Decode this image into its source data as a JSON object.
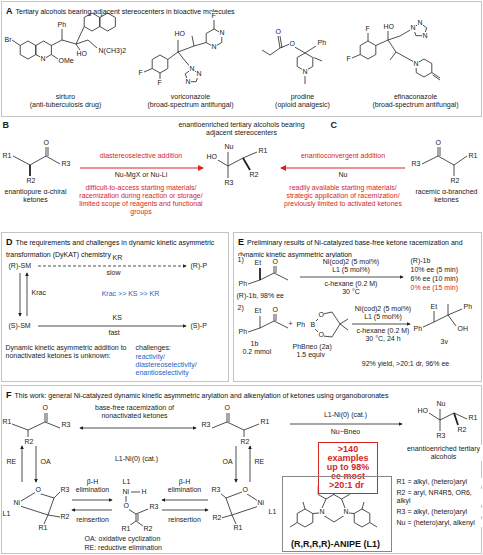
{
  "diagram": {
    "nodes": [
      {
        "text": [
          "A",
          "Tertiary alcohols bearing adjacent stereocenters in bioactive molecules"
        ]
      },
      {
        "text": [
          "D",
          "The requirements and challenges in dynamic kinetic asymmetric transformation (DyKAT) chemistry"
        ]
      },
      {
        "text": [
          "E",
          "Preliminary results of Ni-catalyzed base-free ketone racemization and dynamic kinetic asymmetric arylation"
        ]
      },
      {
        "text": [
          "F",
          "This work: general Ni-catalyzed dynamic kinetic asymmetric arylation and alkenylation of ketones using organoboronates"
        ]
      },
      {
        "text": [
          ">140 examples up to 98% ee most >20:1 dr"
        ],
        "in": 3
      },
      {
        "text": [
          "(R,R,R,R)-ANIPE (L1)"
        ],
        "in": 3
      }
    ],
    "labels": [
      "Br",
      "N",
      "OMe",
      "Ph",
      "HO",
      "N(CH3)2",
      "F",
      "N",
      "N",
      "HO",
      "F",
      "F",
      "N",
      "N",
      "N",
      "O",
      "O",
      "Ph",
      "N",
      "F",
      "HO",
      "N",
      "N",
      "N",
      "F",
      "N",
      "sirturo",
      "(anti-tuberculosis drug)",
      "voriconazole",
      "(broad-spectrum antifungal)",
      "prodine",
      "(opioid analgesic)",
      "efinaconazole",
      "(broad-spectrum antifungal)",
      "B",
      "C",
      "enantioenriched tertiary alcohols bearing adjacent stereocenters",
      "O",
      "R1",
      "R3",
      "R2",
      "enantiopure α-chiral ketones",
      "diastereoselective addition",
      "Nu-MgX or Nu-Li",
      "difficult-to-access starting materials/ racemization during reaction or storage/ limited scope of reagents and functional groups",
      "HO",
      "Nu",
      "R3",
      "R1",
      "R2",
      "enantioconvergent addition",
      "Nu",
      "readily available starting materials/ strategic application of racemization/ previously limited to activated ketones",
      "O",
      "R3",
      "R1",
      "R2",
      "racemic α-branched ketones",
      "(R)-SM",
      "KR",
      "slow",
      "(R)-P",
      "Krac",
      "Krac >> KS >> KR",
      "(S)-SM",
      "KS",
      "fast",
      "(S)-P",
      "Dynamic kinetic asymmetric addition to nonactivated ketones is unknown:",
      "challenges:",
      "reactivity/ diastereoselectivity/ enantioselectivity",
      "1)",
      "Et",
      "O",
      "Ph",
      "(R)-1b, 98% ee",
      "Ni(cod)2 (5 mol%)",
      "L1 (5 mol%)",
      "c-hexane (0.2 M)",
      "30 °C",
      "(R)-1b",
      "10% ee (5 min)",
      "6% ee (10 min)",
      "0% ee (15 min)",
      "2)",
      "Et",
      "O",
      "Ph",
      "1b",
      "0.2 mmol",
      "+",
      "Ph",
      "B",
      "O",
      "O",
      "PhBneo (2a)",
      "1.5 equiv",
      "Ni(cod)2 (5 mol%)",
      "L1 (5 mol%)",
      "c-hexane (0.2 M)",
      "30 °C, 24 h",
      "Et",
      "Ph",
      "Ph",
      "OH",
      "3v",
      "92% yield, >20:1 dr, 96% ee",
      "R1",
      "O",
      "R3",
      "R2",
      "base-free racemization of nonactivated ketones",
      "O",
      "R3",
      "R1",
      "R2",
      "L1-Ni(0) (cat.)",
      "RE",
      "OA",
      "OA",
      "RE",
      "L1",
      "Ni",
      "O",
      "R3",
      "R2",
      "R1",
      "β-H elimination",
      "reinsertion",
      "L1",
      "Ni",
      "H",
      "O",
      "R3",
      "R1",
      "R2",
      "β-H elimination",
      "reinsertion",
      "O",
      "R3",
      "Ni",
      "L1",
      "R2",
      "R1",
      "OA: oxidative cyclization",
      "RE: reductive elimination",
      "L1-Ni(0) (cat.)",
      "Nu−Bneo",
      "HO",
      "Nu",
      "R3",
      "R1",
      "R2",
      "enantioenriched tertiary alcohols",
      "N",
      "N",
      "R1 = alkyl, (hetero)aryl",
      "R2 = aryl, NR4R5, OR6, alkyl",
      "R3 = alkyl, (hetero)aryl",
      "Nu = (hetero)aryl, alkenyl"
    ]
  }
}
